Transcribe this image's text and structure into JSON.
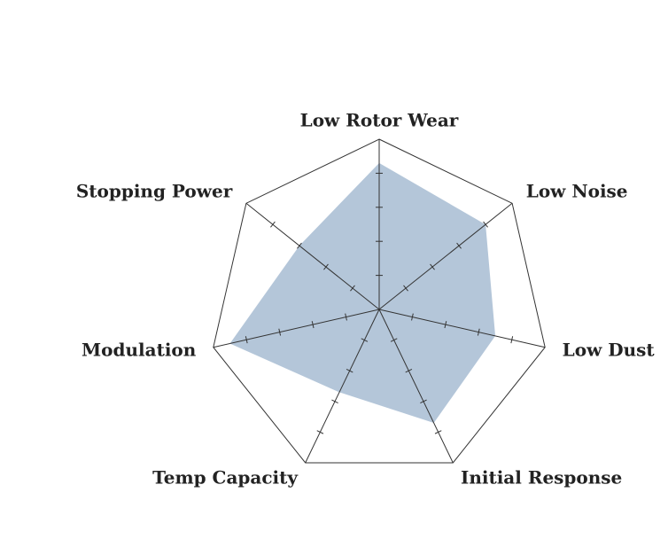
{
  "chart_data": {
    "type": "radar",
    "categories": [
      "Low Rotor Wear",
      "Low Noise",
      "Low Dust",
      "Initial Response",
      "Temp Capacity",
      "Modulation",
      "Stopping Power"
    ],
    "series": [
      {
        "values": [
          4.3,
          4.0,
          3.5,
          3.7,
          2.7,
          4.5,
          3.0
        ],
        "fill_color": "#b4c6d9"
      }
    ],
    "rlim": [
      0,
      5
    ],
    "ticks": [
      1,
      2,
      3,
      4
    ],
    "grid_color": "#333333"
  }
}
